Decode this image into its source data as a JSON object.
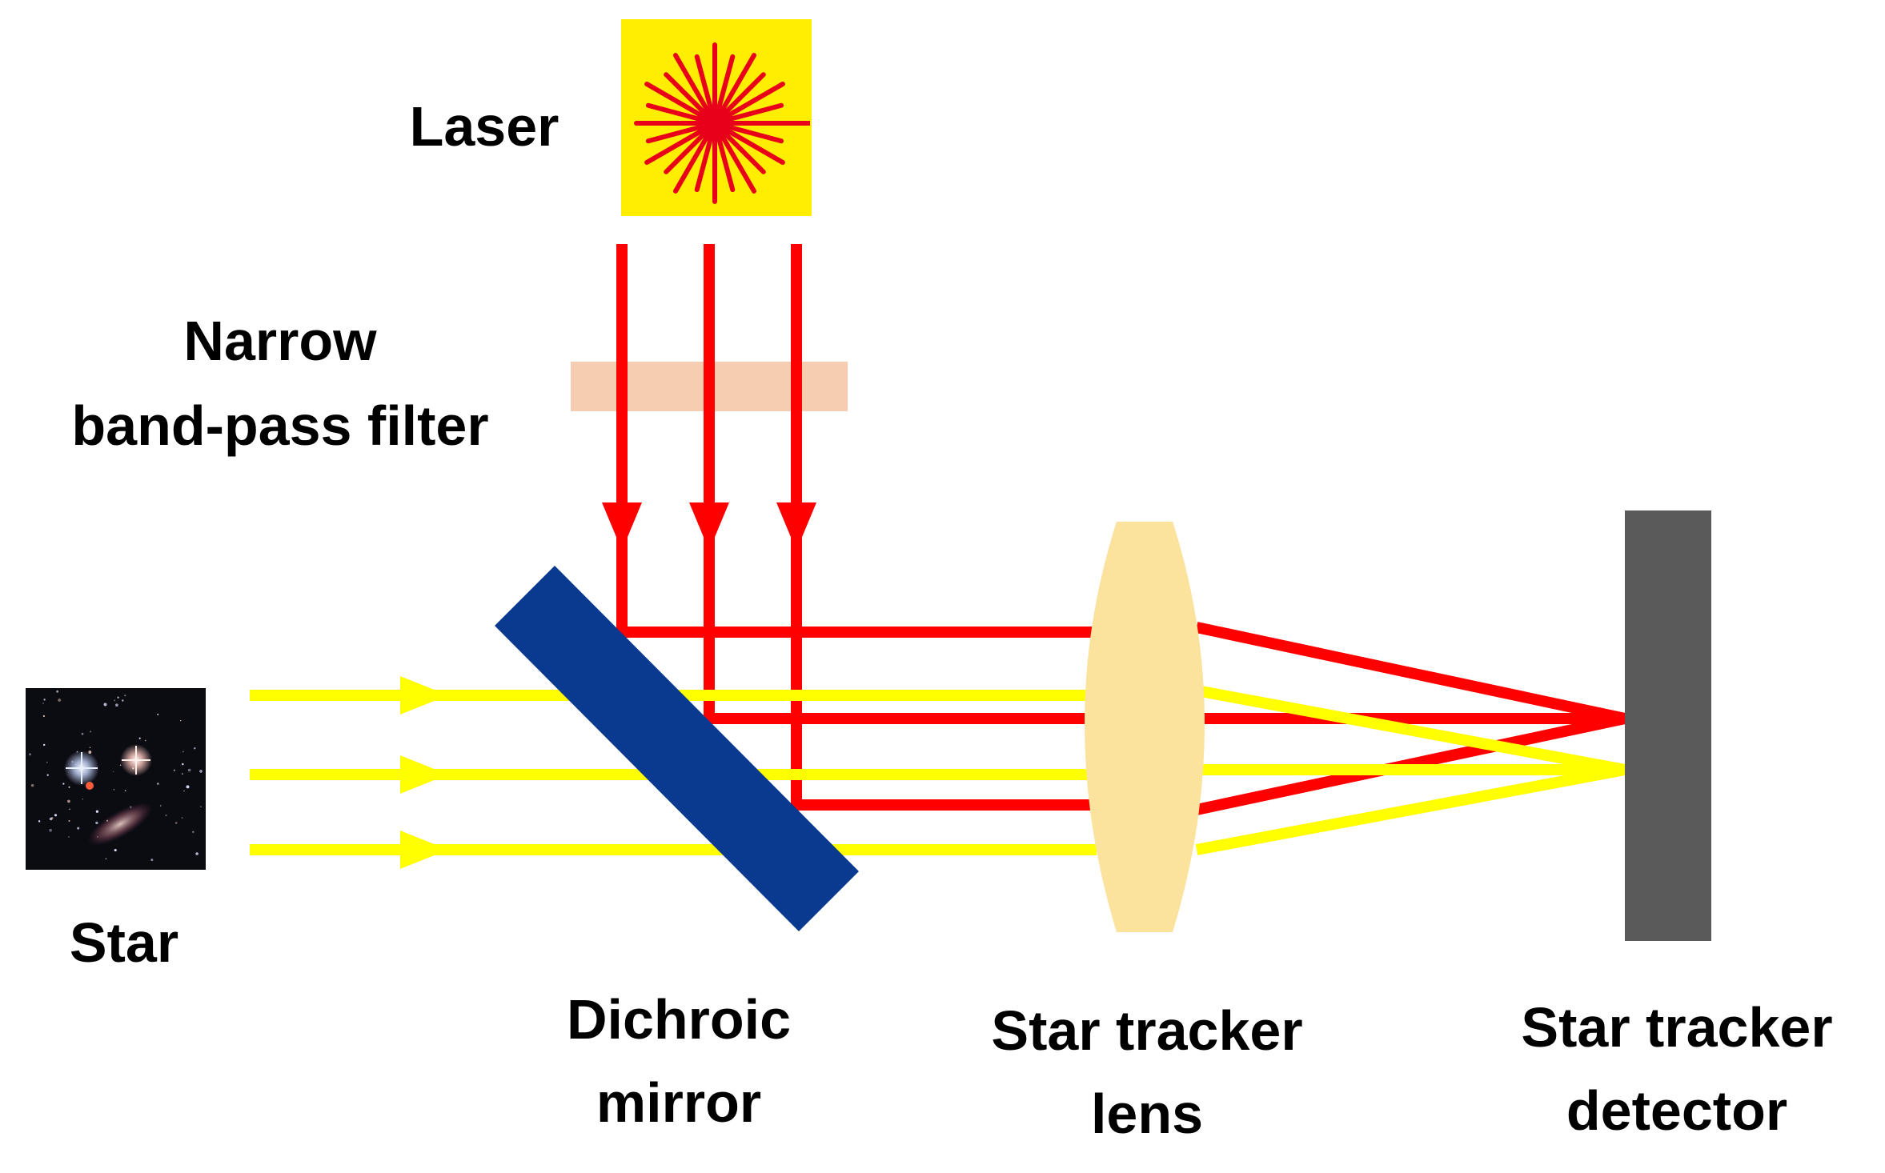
{
  "labels": {
    "laser": "Laser",
    "filter_line1": "Narrow",
    "filter_line2": "band-pass filter",
    "star": "Star",
    "mirror_line1": "Dichroic",
    "mirror_line2": "mirror",
    "lens_line1": "Star tracker",
    "lens_line2": "lens",
    "detector_line1": "Star tracker",
    "detector_line2": "detector"
  },
  "colors": {
    "laser_beam": "#ff0000",
    "star_beam": "#ffff00",
    "laser_box": "#ffee00",
    "laser_burst": "#e8001a",
    "filter": "#f6cdb0",
    "mirror": "#0a3a8f",
    "lens": "#fbe29d",
    "detector": "#5a5a5a",
    "star_image_bg": "#0b0b12"
  },
  "icons": {
    "laser": "laser-burst-icon",
    "star": "star-field-image"
  }
}
